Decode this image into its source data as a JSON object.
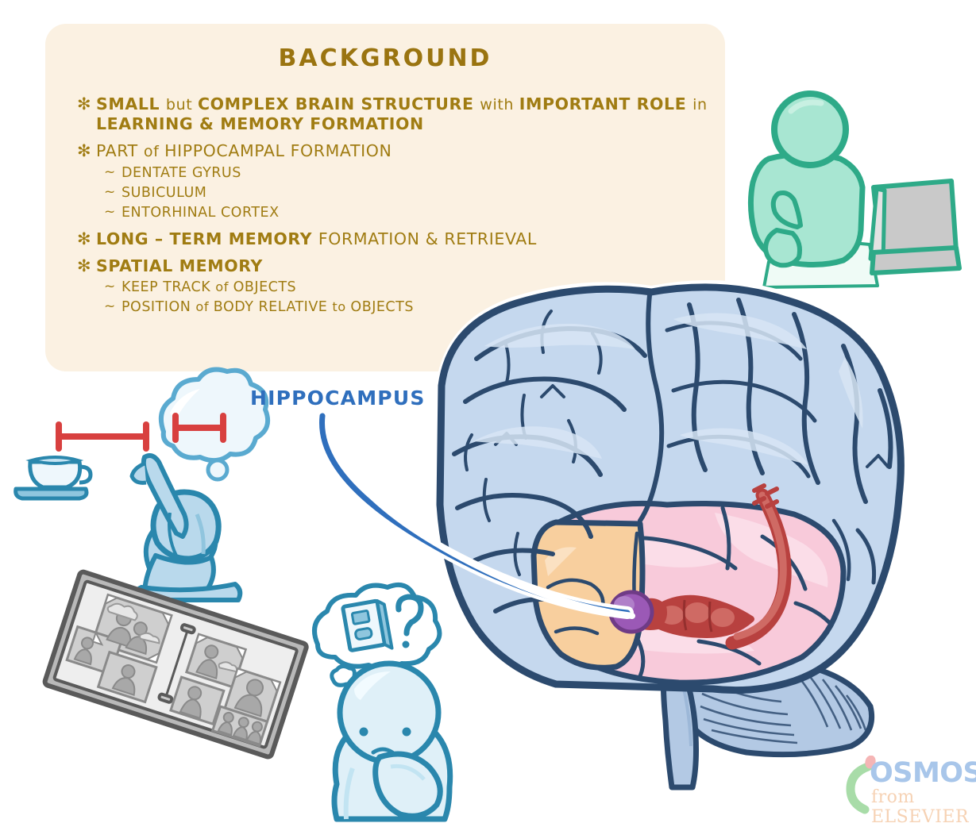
{
  "panel": {
    "title": "BACKGROUND",
    "bullets": [
      {
        "level": 1,
        "mark": "✻",
        "segments": [
          {
            "text": "SMALL ",
            "style": "bold"
          },
          {
            "text": "but ",
            "style": "lower"
          },
          {
            "text": "COMPLEX BRAIN STRUCTURE ",
            "style": "bold"
          },
          {
            "text": "with ",
            "style": "lower"
          },
          {
            "text": "IMPORTANT ROLE ",
            "style": "bold"
          },
          {
            "text": "in ",
            "style": "lower"
          },
          {
            "text": "LEARNING & MEMORY FORMATION",
            "style": "bold"
          }
        ],
        "plain": "SMALL but COMPLEX BRAIN STRUCTURE with IMPORTANT ROLE in LEARNING & MEMORY FORMATION"
      },
      {
        "level": 1,
        "mark": "✻",
        "segments": [
          {
            "text": "PART ",
            "style": "normal"
          },
          {
            "text": "of ",
            "style": "lower"
          },
          {
            "text": "HIPPOCAMPAL FORMATION",
            "style": "normal"
          }
        ],
        "plain": "PART of HIPPOCAMPAL FORMATION"
      },
      {
        "level": 2,
        "mark": "~",
        "segments": [
          {
            "text": "DENTATE GYRUS",
            "style": "normal"
          }
        ],
        "plain": "DENTATE GYRUS"
      },
      {
        "level": 2,
        "mark": "~",
        "segments": [
          {
            "text": "SUBICULUM",
            "style": "normal"
          }
        ],
        "plain": "SUBICULUM"
      },
      {
        "level": 2,
        "mark": "~",
        "segments": [
          {
            "text": "ENTORHINAL CORTEX",
            "style": "normal"
          }
        ],
        "plain": "ENTORHINAL CORTEX"
      },
      {
        "level": 1,
        "mark": "✻",
        "segments": [
          {
            "text": "LONG – TERM MEMORY ",
            "style": "bold"
          },
          {
            "text": "FORMATION & RETRIEVAL",
            "style": "normal"
          }
        ],
        "plain": "LONG – TERM MEMORY FORMATION & RETRIEVAL"
      },
      {
        "level": 1,
        "mark": "✻",
        "segments": [
          {
            "text": "SPATIAL MEMORY",
            "style": "bold"
          }
        ],
        "plain": "SPATIAL MEMORY"
      },
      {
        "level": 2,
        "mark": "~",
        "segments": [
          {
            "text": "KEEP TRACK ",
            "style": "normal"
          },
          {
            "text": "of ",
            "style": "lower"
          },
          {
            "text": "OBJECTS",
            "style": "normal"
          }
        ],
        "plain": "KEEP TRACK of OBJECTS"
      },
      {
        "level": 2,
        "mark": "~",
        "segments": [
          {
            "text": "POSITION ",
            "style": "normal"
          },
          {
            "text": "of ",
            "style": "lower"
          },
          {
            "text": "BODY RELATIVE ",
            "style": "normal"
          },
          {
            "text": "to ",
            "style": "lower"
          },
          {
            "text": "OBJECTS",
            "style": "normal"
          }
        ],
        "plain": "POSITION of BODY RELATIVE to OBJECTS"
      }
    ]
  },
  "callout": {
    "label": "HIPPOCAMPUS"
  },
  "logo": {
    "word": "OSMOSIS",
    "sub": "from ELSEVIER"
  },
  "figures": {
    "laptop_person": "person-with-tablet",
    "pointing_person": "person-pointing-at-cup",
    "thinking_person": "person-thinking-about-book",
    "photo_album": "photo-album-with-memories",
    "cup": "coffee-cup-on-saucer",
    "distance_marker": "spatial-distance-marker",
    "thought_bubble_spatial": "thought-bubble-distance",
    "thought_bubble_book": "thought-bubble-book-question"
  },
  "anatomy": {
    "cerebrum": "cerebral-cortex",
    "temporal_lobe": "temporal-lobe",
    "frontal_region": "frontal-orbital-region",
    "amygdala": "amygdala",
    "hippocampus_body": "hippocampus",
    "fornix": "fornix",
    "cerebellum": "cerebellum",
    "brainstem": "brainstem"
  },
  "colors": {
    "panel_bg": "#fbf1e2",
    "panel_text": "#a07c12",
    "panel_title": "#9a7410",
    "callout_blue": "#2f6fbd",
    "cortex_fill": "#c5d8ee",
    "cortex_shade": "#b3c9e4",
    "cortex_outline": "#2c4a6e",
    "temporal_pink": "#f8cada",
    "temporal_pink_light": "#fbdde8",
    "frontal_orange": "#f8cf9e",
    "amygdala_purple": "#9b59b6",
    "hippocampus_red": "#b8413f",
    "hippocampus_red_light": "#cf6a64",
    "green_fill": "#a8e6d2",
    "green_outline": "#2eaa88",
    "blue_fill": "#b9d9ec",
    "blue_outline": "#2a87ad",
    "pale_blue_fill": "#dff0f8",
    "gray_fill": "#c9c9c9",
    "gray_outline": "#5a5a5a",
    "marker_red": "#d8403f",
    "logo_blue": "#a8c6ea",
    "logo_orange": "#f6d2b4",
    "logo_green": "#a8dca8",
    "logo_pink": "#f5b5b5"
  }
}
